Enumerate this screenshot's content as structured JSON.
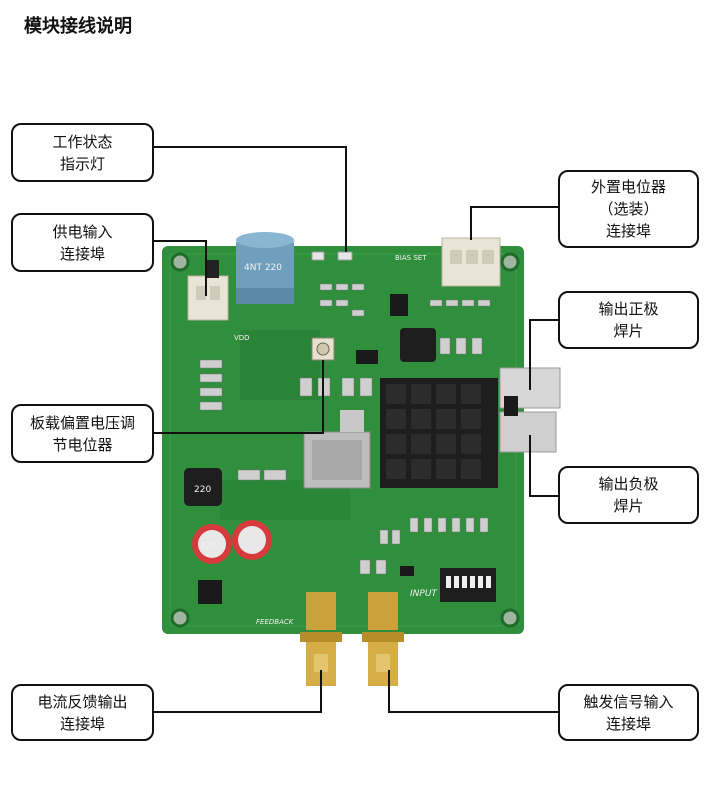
{
  "title": "模块接线说明",
  "callouts": {
    "status_led": [
      "工作状态",
      "指示灯"
    ],
    "power_input": [
      "供电输入",
      "连接埠"
    ],
    "onboard_pot": [
      "板载偏置电压调",
      "节电位器"
    ],
    "current_feedback": [
      "电流反馈输出",
      "连接埠"
    ],
    "external_pot": [
      "外置电位器",
      "（选装）",
      "连接埠"
    ],
    "output_positive": [
      "输出正极",
      "焊片"
    ],
    "output_negative": [
      "输出负极",
      "焊片"
    ],
    "trigger_input": [
      "触发信号输入",
      "连接埠"
    ]
  },
  "silkscreen": {
    "feedback": "FEEDBACK",
    "input": "INPUT",
    "bias_set": "BIAS SET",
    "vdd": "VDD",
    "cap_main": "4NT 220",
    "cap_small": "220",
    "inductor": "220"
  },
  "colors": {
    "pcb": "#2f8f3c",
    "pcb_dark": "#257a31",
    "heatsink": "#1e1e1e",
    "connector": "#e8e4d6",
    "sma": "#c9a23a",
    "solder": "#d7d7d7",
    "line": "#111111"
  }
}
